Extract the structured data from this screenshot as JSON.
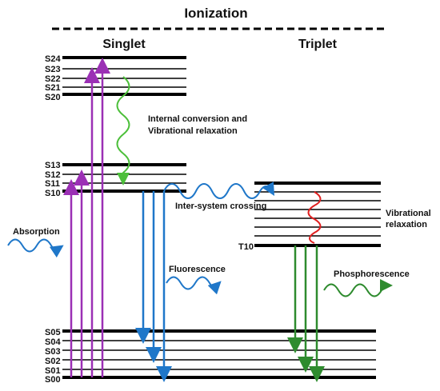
{
  "title": "Ionization",
  "headings": {
    "singlet": "Singlet",
    "triplet": "Triplet"
  },
  "singlet_upper_levels": [
    "S24",
    "S23",
    "S22",
    "S21",
    "S20"
  ],
  "singlet_middle_levels": [
    "S13",
    "S12",
    "S11",
    "S10"
  ],
  "ground_levels": [
    "S05",
    "S04",
    "S03",
    "S02",
    "S01",
    "S00"
  ],
  "triplet_levels": [
    "T10"
  ],
  "annotations": {
    "internal_conversion_line1": "Internal conversion and",
    "internal_conversion_line2": "Vibrational relaxation",
    "inter_system_crossing": "Inter-system crossing",
    "vibrational_line1": "Vibrational",
    "vibrational_line2": "relaxation",
    "absorption": "Absorption",
    "fluorescence": "Fluorescence",
    "phosphorescence": "Phosphorescence"
  },
  "colors": {
    "absorption": "#9b30b5",
    "fluorescence": "#1f77c9",
    "internal_conversion": "#4cbf3a",
    "vibrational_relaxation": "#e02020",
    "phosphorescence": "#2e8b2e"
  }
}
